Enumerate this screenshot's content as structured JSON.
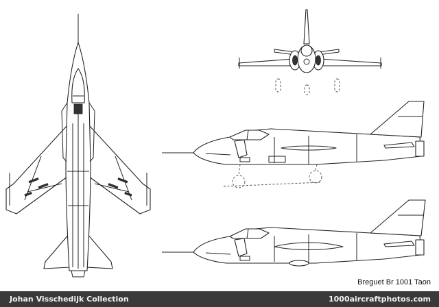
{
  "caption": "Breguet Br 1001 Taon",
  "footer": {
    "collection": "Johan Visschedijk Collection",
    "site": "1000aircraftphotos.com"
  }
}
